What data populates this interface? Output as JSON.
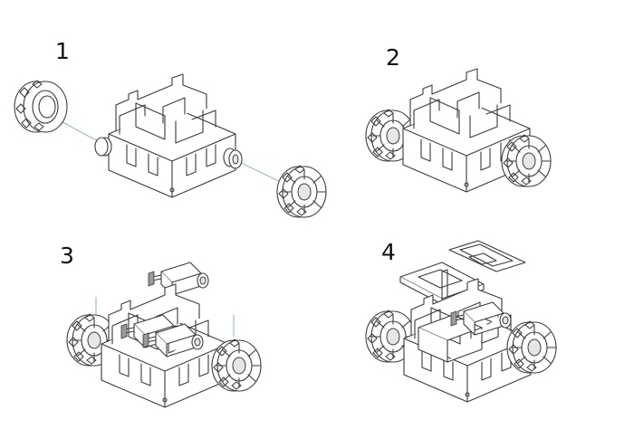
{
  "steps": [
    {
      "number": "1"
    },
    {
      "number": "2"
    },
    {
      "number": "3"
    },
    {
      "number": "4"
    }
  ],
  "colors": {
    "line": "#3a3a3a",
    "axis_guide": "#79b48e",
    "shade": "#9a9a9a"
  }
}
